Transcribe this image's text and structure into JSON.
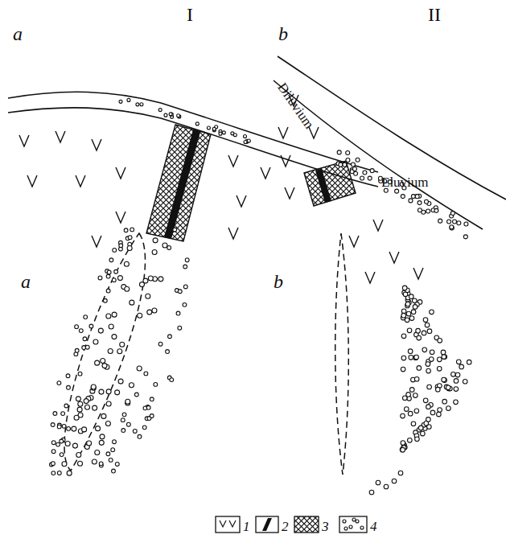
{
  "diagram": {
    "labels": [
      "I",
      "II",
      "a",
      "Eluvium",
      "b",
      "Diluvium",
      "a",
      "b"
    ],
    "legend": [
      {
        "text": "1"
      },
      {
        "text": "2"
      },
      {
        "text": "3"
      },
      {
        "text": "4"
      }
    ]
  }
}
